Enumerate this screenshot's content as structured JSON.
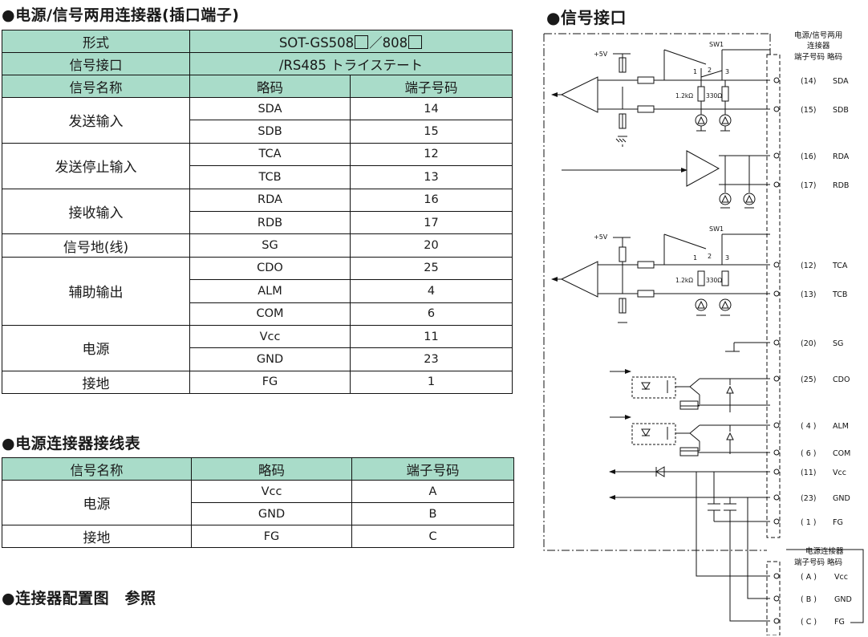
{
  "title_connector": "●电源/信号两用连接器(插口端子)",
  "title_signal_if": "●信号接口",
  "title_power_table": "●电源连接器接线表",
  "title_layout": "●连接器配置图　参照",
  "spec": {
    "model_label": "形式",
    "model_value_a": "SOT-GS508",
    "model_value_sep": "／808",
    "iface_label": "信号接口",
    "iface_value": "/RS485 トライステート"
  },
  "sig_table": {
    "headers": [
      "信号名称",
      "略码",
      "端子号码"
    ],
    "groups": [
      {
        "name": "发送输入",
        "rows": [
          [
            "SDA",
            "14"
          ],
          [
            "SDB",
            "15"
          ]
        ]
      },
      {
        "name": "发送停止输入",
        "rows": [
          [
            "TCA",
            "12"
          ],
          [
            "TCB",
            "13"
          ]
        ]
      },
      {
        "name": "接收输入",
        "rows": [
          [
            "RDA",
            "16"
          ],
          [
            "RDB",
            "17"
          ]
        ]
      },
      {
        "name": "信号地(线)",
        "rows": [
          [
            "SG",
            "20"
          ]
        ]
      },
      {
        "name": "辅助输出",
        "rows": [
          [
            "CDO",
            "25"
          ],
          [
            "ALM",
            "4"
          ],
          [
            "COM",
            "6"
          ]
        ]
      },
      {
        "name": "电源",
        "rows": [
          [
            "Vcc",
            "11"
          ],
          [
            "GND",
            "23"
          ]
        ]
      },
      {
        "name": "接地",
        "rows": [
          [
            "FG",
            "1"
          ]
        ]
      }
    ]
  },
  "power_table": {
    "headers": [
      "信号名称",
      "略码",
      "端子号码"
    ],
    "groups": [
      {
        "name": "电源",
        "rows": [
          [
            "Vcc",
            "A"
          ],
          [
            "GND",
            "B"
          ]
        ]
      },
      {
        "name": "接地",
        "rows": [
          [
            "FG",
            "C"
          ]
        ]
      }
    ]
  },
  "schematic": {
    "conn1_title_1": "电源/信号两用",
    "conn1_title_2": "连接器",
    "conn1_header": "端子号码 略码",
    "conn2_title": "电源连接器",
    "conn2_header": "端子号码 略码",
    "plus5v": "+5V",
    "sw1": "SW1",
    "sw_pos": [
      "1",
      "2",
      "3"
    ],
    "r1": "1.2kΩ",
    "r2": "330Ω",
    "terminals": [
      {
        "no": "(14)",
        "code": "SDA"
      },
      {
        "no": "(15)",
        "code": "SDB"
      },
      {
        "no": "(16)",
        "code": "RDA"
      },
      {
        "no": "(17)",
        "code": "RDB"
      },
      {
        "no": "(12)",
        "code": "TCA"
      },
      {
        "no": "(13)",
        "code": "TCB"
      },
      {
        "no": "(20)",
        "code": "SG"
      },
      {
        "no": "(25)",
        "code": "CDO"
      },
      {
        "no": "( 4 )",
        "code": "ALM"
      },
      {
        "no": "( 6 )",
        "code": "COM"
      },
      {
        "no": "(11)",
        "code": "Vcc"
      },
      {
        "no": "(23)",
        "code": "GND"
      },
      {
        "no": "( 1 )",
        "code": "FG"
      }
    ],
    "power_terminals": [
      {
        "no": "( A )",
        "code": "Vcc"
      },
      {
        "no": "( B )",
        "code": "GND"
      },
      {
        "no": "( C )",
        "code": "FG"
      }
    ]
  }
}
